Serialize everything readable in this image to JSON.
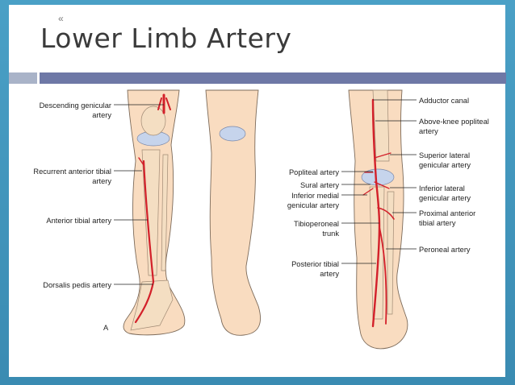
{
  "slide": {
    "marker": "«",
    "title": "Lower Limb Artery"
  },
  "figure": {
    "panel_letter": "A",
    "left_labels": [
      {
        "lines": [
          "Descending genicular",
          "artery"
        ]
      },
      {
        "lines": [
          "Recurrent anterior tibial",
          "artery"
        ]
      },
      {
        "lines": [
          "Anterior tibial artery"
        ]
      },
      {
        "lines": [
          "Dorsalis pedis artery"
        ]
      }
    ],
    "mid_labels": [
      {
        "lines": [
          "Popliteal artery"
        ]
      },
      {
        "lines": [
          "Sural artery"
        ]
      },
      {
        "lines": [
          "Inferior medial",
          "genicular artery"
        ]
      },
      {
        "lines": [
          "Tibioperoneal",
          "trunk"
        ]
      },
      {
        "lines": [
          "Posterior tibial",
          "artery"
        ]
      }
    ],
    "right_labels": [
      {
        "lines": [
          "Adductor canal"
        ]
      },
      {
        "lines": [
          "Above-knee popliteal",
          "artery"
        ]
      },
      {
        "lines": [
          "Superior lateral",
          "genicular artery"
        ]
      },
      {
        "lines": [
          "Inferior lateral",
          "genicular artery"
        ]
      },
      {
        "lines": [
          "Proximal anterior",
          "tibial artery"
        ]
      },
      {
        "lines": [
          "Peroneal artery"
        ]
      }
    ],
    "colors": {
      "artery": "#d3202a",
      "skin": "#f9dcc0",
      "cartilage": "#c6d4ec"
    }
  }
}
